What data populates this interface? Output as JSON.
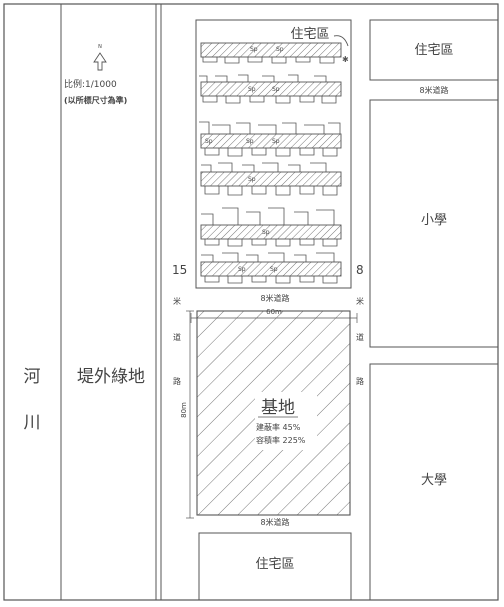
{
  "labels": {
    "river_top": "河",
    "river_bottom": "川",
    "embankment": "堤外綠地",
    "north": "N",
    "scale": "比例:1/1000",
    "scale_note": "(以所標尺寸為準)",
    "residential_top": "住宅區",
    "residential_topright": "住宅區",
    "residential_bottom": "住宅區",
    "road_top_right": "8米道路",
    "road_mid": "8米道路",
    "road_bottom": "8米道路",
    "road_left_width": "15",
    "road_right_width": "8",
    "road_vertical_char1": "米",
    "road_vertical_char2": "道",
    "road_vertical_char3": "路",
    "primary_school": "小學",
    "university": "大學",
    "site_title": "基地",
    "site_coverage": "建蔽率 45%",
    "site_far": "容積率 225%",
    "site_width": "60m",
    "site_depth": "80m",
    "lot_label": "Sp"
  },
  "colors": {
    "line": "#555555",
    "text": "#444444"
  }
}
